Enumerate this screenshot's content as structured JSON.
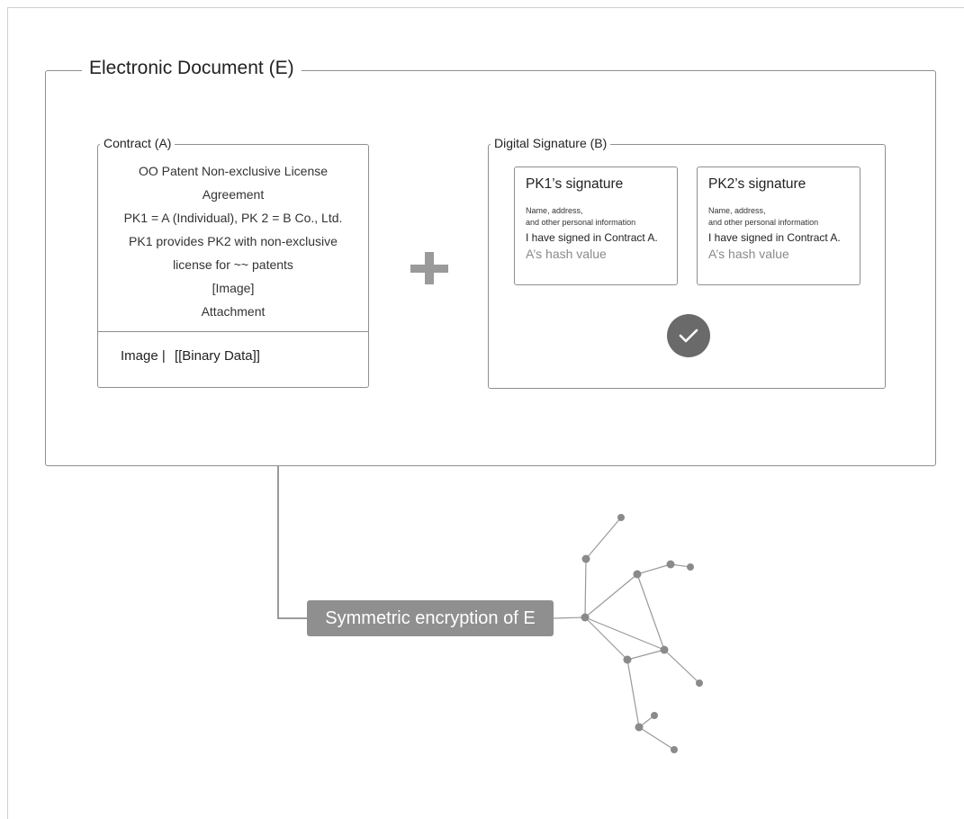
{
  "electronic_document": {
    "title": "Electronic Document (E)"
  },
  "contract": {
    "title": "Contract (A)",
    "lines": [
      "OO Patent Non-exclusive License",
      "Agreement",
      "PK1 = A (Individual), PK 2 = B Co., Ltd.",
      "PK1 provides PK2 with non-exclusive",
      "license for ~~ patents",
      "[Image]",
      "Attachment"
    ],
    "footer_label": "Image |",
    "footer_value": "[[Binary Data]]"
  },
  "plus_icon": "plus-icon",
  "digital_signature": {
    "title": "Digital Signature (B)",
    "cards": [
      {
        "title": "PK1’s signature",
        "line1": "Name, address,",
        "line2": "and other personal information",
        "line3": "I have signed in Contract A.",
        "hash": "A’s hash value"
      },
      {
        "title": "PK2’s signature",
        "line1": "Name, address,",
        "line2": "and other personal information",
        "line3": "I have signed in Contract A.",
        "hash": "A’s hash value"
      }
    ],
    "verified_icon": "check-icon"
  },
  "encryption": {
    "label": "Symmetric encryption of E"
  },
  "network_icon": "network-graph-icon",
  "colors": {
    "border": "#8f8f8f",
    "label_bg": "#8f8f8f",
    "check_bg": "#6a6a6a",
    "node": "#8a8a8a",
    "muted_text": "#8a8a8a"
  }
}
